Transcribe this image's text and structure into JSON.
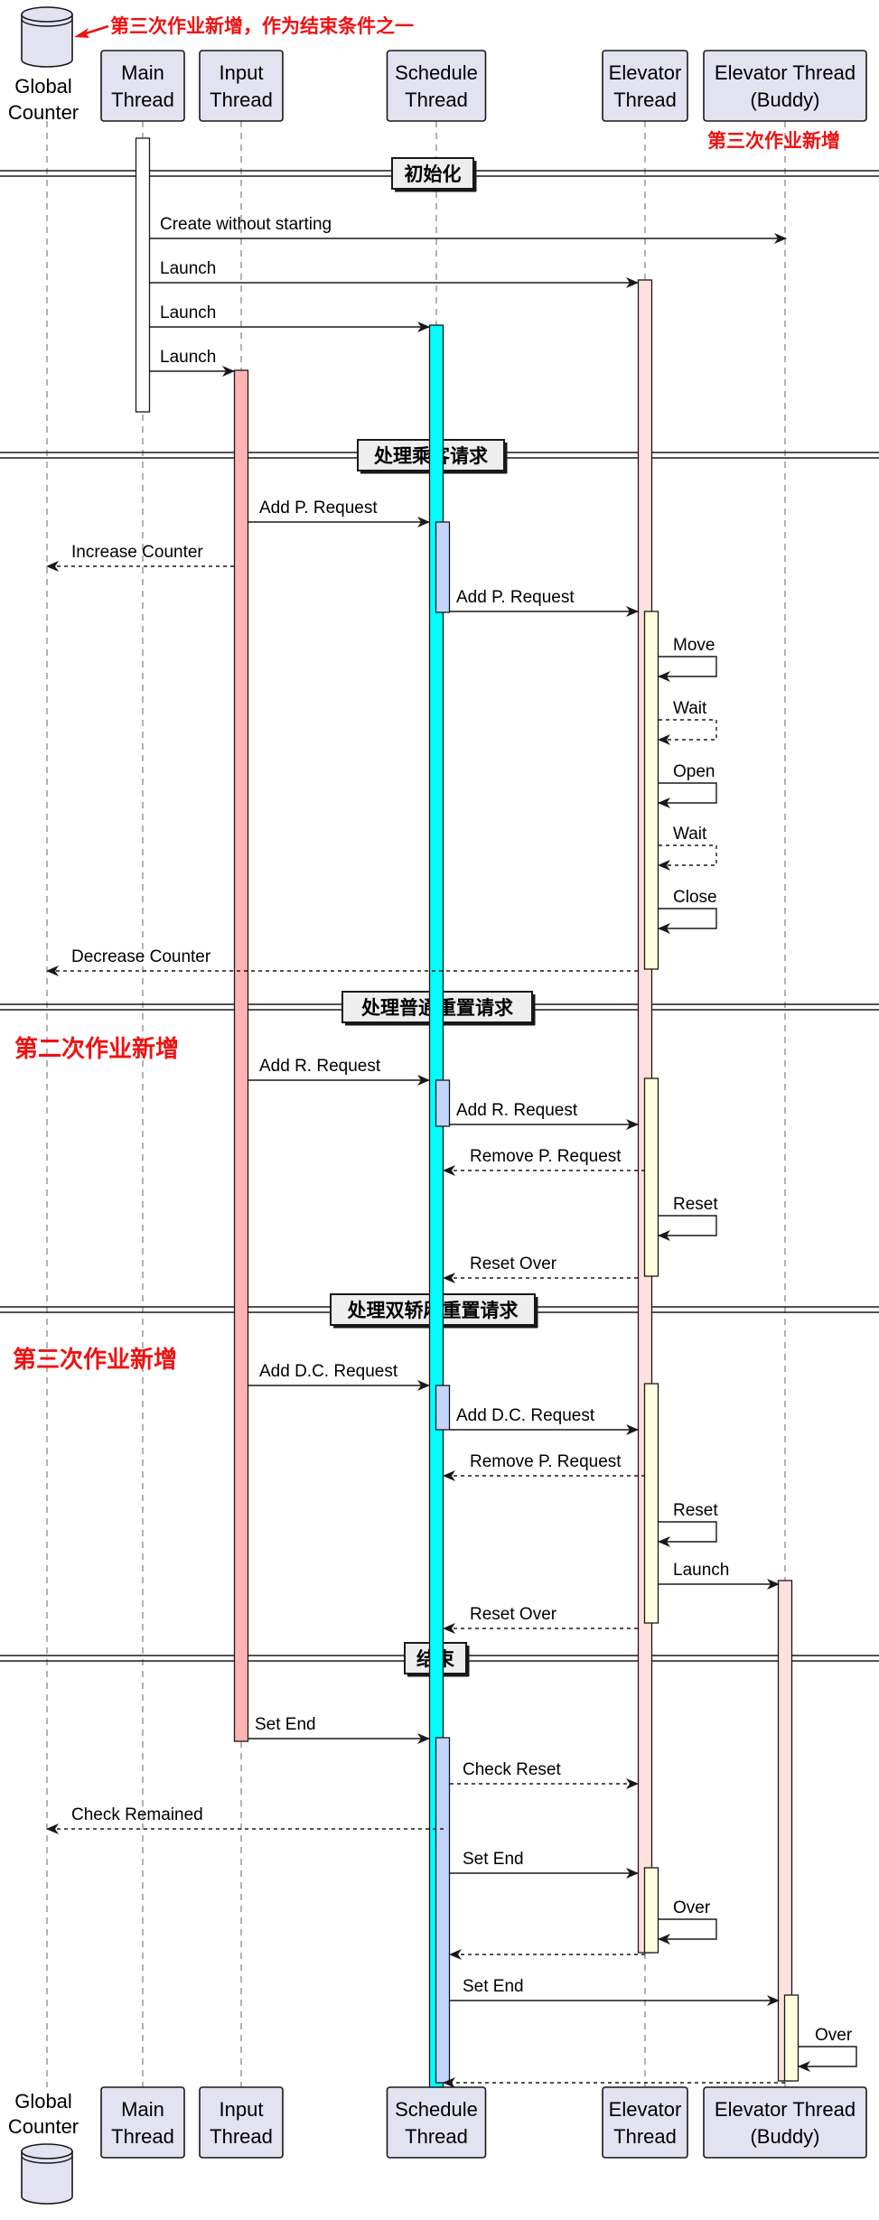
{
  "participants": [
    {
      "id": "gc",
      "label1": "Global",
      "label2": "Counter",
      "kind": "database"
    },
    {
      "id": "mt",
      "label1": "Main",
      "label2": "Thread",
      "kind": "box"
    },
    {
      "id": "it",
      "label1": "Input",
      "label2": "Thread",
      "kind": "box"
    },
    {
      "id": "st",
      "label1": "Schedule",
      "label2": "Thread",
      "kind": "box"
    },
    {
      "id": "et",
      "label1": "Elevator",
      "label2": "Thread",
      "kind": "box"
    },
    {
      "id": "ebt",
      "label1": "Elevator Thread",
      "label2": "(Buddy)",
      "kind": "box"
    }
  ],
  "annotations": {
    "top_note": "第三次作业新增，作为结束条件之一",
    "buddy_note": "第三次作业新增",
    "note_second": "第二次作业新增",
    "note_third": "第三次作业新增"
  },
  "sections": [
    {
      "id": "init",
      "label": "初始化"
    },
    {
      "id": "pass",
      "label": "处理乘客请求"
    },
    {
      "id": "reset",
      "label": "处理普通重置请求"
    },
    {
      "id": "dreset",
      "label": "处理双轿厢重置请求"
    },
    {
      "id": "end",
      "label": "结束"
    }
  ],
  "messages": [
    {
      "from": "mt",
      "to": "ebt",
      "label": "Create without starting",
      "style": "solid"
    },
    {
      "from": "mt",
      "to": "et",
      "label": "Launch",
      "style": "solid"
    },
    {
      "from": "mt",
      "to": "st",
      "label": "Launch",
      "style": "solid"
    },
    {
      "from": "mt",
      "to": "it",
      "label": "Launch",
      "style": "solid"
    },
    {
      "from": "it",
      "to": "st",
      "label": "Add P. Request",
      "style": "solid"
    },
    {
      "from": "it",
      "to": "gc",
      "label": "Increase Counter",
      "style": "dashed"
    },
    {
      "from": "st",
      "to": "et",
      "label": "Add P. Request",
      "style": "solid"
    },
    {
      "from": "et",
      "to": "et",
      "label": "Move",
      "style": "solid"
    },
    {
      "from": "et",
      "to": "et",
      "label": "Wait",
      "style": "dashed"
    },
    {
      "from": "et",
      "to": "et",
      "label": "Open",
      "style": "solid"
    },
    {
      "from": "et",
      "to": "et",
      "label": "Wait",
      "style": "dashed"
    },
    {
      "from": "et",
      "to": "et",
      "label": "Close",
      "style": "solid"
    },
    {
      "from": "et",
      "to": "gc",
      "label": "Decrease Counter",
      "style": "dashed"
    },
    {
      "from": "it",
      "to": "st",
      "label": "Add R. Request",
      "style": "solid"
    },
    {
      "from": "st",
      "to": "et",
      "label": "Add R. Request",
      "style": "solid"
    },
    {
      "from": "et",
      "to": "st",
      "label": "Remove P. Request",
      "style": "dashed"
    },
    {
      "from": "et",
      "to": "et",
      "label": "Reset",
      "style": "solid"
    },
    {
      "from": "et",
      "to": "st",
      "label": "Reset Over",
      "style": "dashed"
    },
    {
      "from": "it",
      "to": "st",
      "label": "Add D.C. Request",
      "style": "solid"
    },
    {
      "from": "st",
      "to": "et",
      "label": "Add D.C. Request",
      "style": "solid"
    },
    {
      "from": "et",
      "to": "st",
      "label": "Remove P. Request",
      "style": "dashed"
    },
    {
      "from": "et",
      "to": "et",
      "label": "Reset",
      "style": "solid"
    },
    {
      "from": "et",
      "to": "ebt",
      "label": "Launch",
      "style": "solid"
    },
    {
      "from": "et",
      "to": "st",
      "label": "Reset Over",
      "style": "dashed"
    },
    {
      "from": "it",
      "to": "st",
      "label": "Set End",
      "style": "solid"
    },
    {
      "from": "st",
      "to": "et",
      "label": "Check Reset",
      "style": "dashed"
    },
    {
      "from": "st",
      "to": "gc",
      "label": "Check Remained",
      "style": "dashed"
    },
    {
      "from": "st",
      "to": "et",
      "label": "Set End",
      "style": "solid"
    },
    {
      "from": "et",
      "to": "et",
      "label": "Over",
      "style": "solid"
    },
    {
      "from": "et",
      "to": "st",
      "label": "",
      "style": "dashed"
    },
    {
      "from": "st",
      "to": "ebt",
      "label": "Set End",
      "style": "solid"
    },
    {
      "from": "ebt",
      "to": "ebt",
      "label": "Over",
      "style": "solid"
    },
    {
      "from": "ebt",
      "to": "st",
      "label": "",
      "style": "dashed"
    }
  ],
  "colors": {
    "lifeline": "#888888",
    "participant_fill": "#e2e2f0",
    "participant_stroke": "#181818",
    "main_activation": "#ffffff",
    "input_activation": "#ffb3b3",
    "schedule_activation": "#00ffff",
    "schedule_inner": "#c2d5ff",
    "elevator_activation": "#ffe0dc",
    "elevator_inner": "#ffffdd",
    "section_bg": "#eeeeee",
    "note_red": "#ee1111"
  }
}
